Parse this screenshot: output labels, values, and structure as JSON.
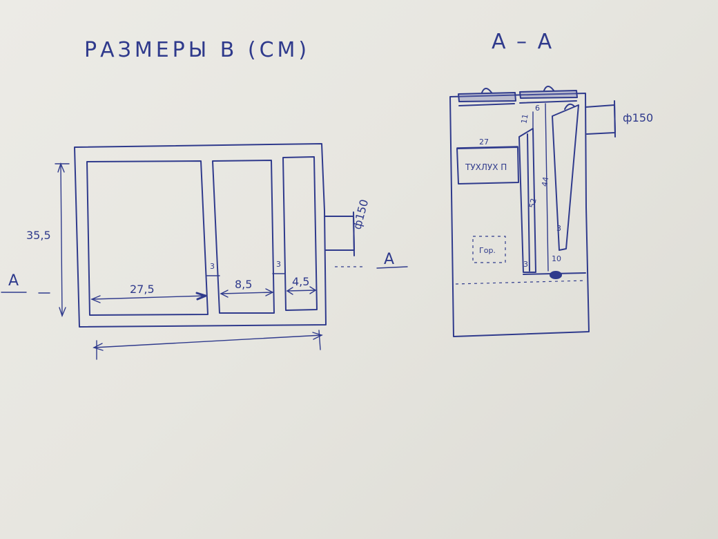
{
  "ink_color": "#2f3a8c",
  "paper_color": "#e9e8e2",
  "plan": {
    "title": "РАЗМЕРЫ В (СМ)",
    "height_label": "35,5",
    "comp1_width": "27,5",
    "comp2_width": "8,5",
    "comp3_width": "4,5",
    "partition1": "3",
    "partition2": "3",
    "pipe_label": "ф150",
    "section_mark_left": "А",
    "section_mark_right": "А"
  },
  "section": {
    "title": "А – А",
    "pipe_label": "ф150",
    "top_gap": "11",
    "top_offset": "6",
    "box_width": "27",
    "box_label": "ТУХЛУХ П",
    "inner_height": "52",
    "channel_height": "44",
    "wall_right": "3",
    "wall_bottom": "3",
    "bottom_gap": "10",
    "burner_label": "Гор."
  }
}
